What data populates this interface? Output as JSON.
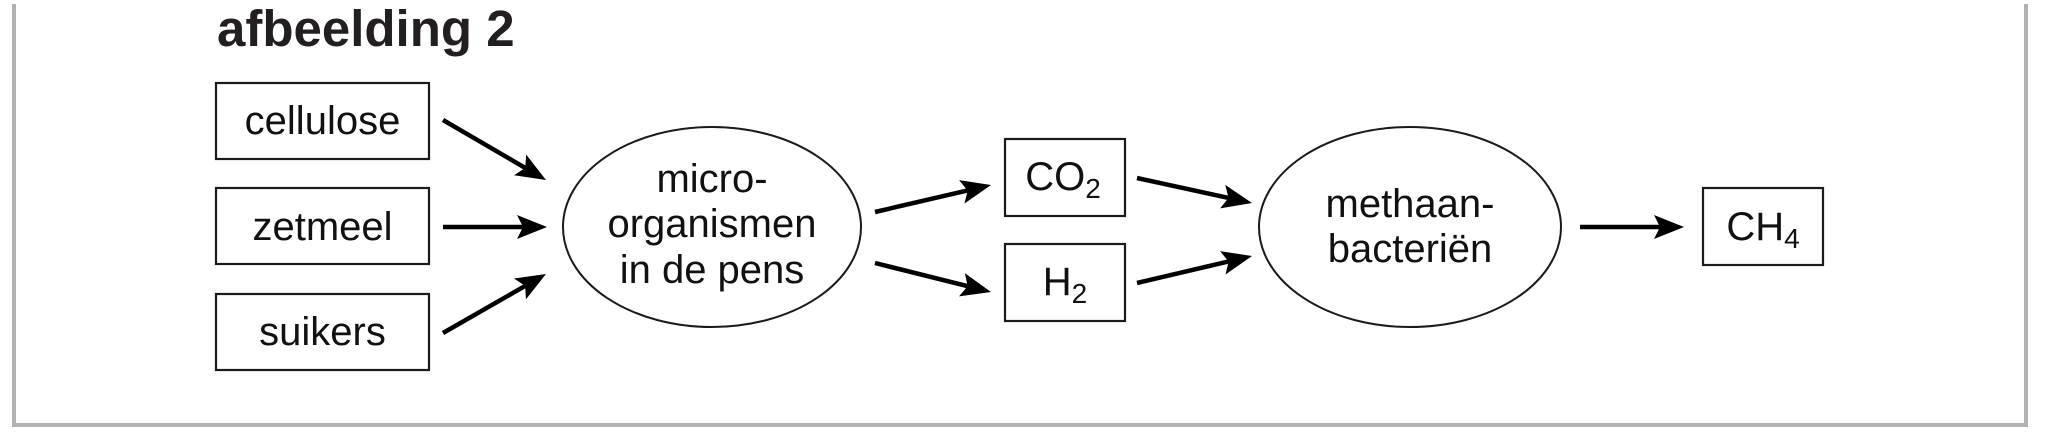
{
  "figure": {
    "title": "afbeelding 2",
    "border_color": "#b3b3b3"
  },
  "diagram": {
    "inputs": [
      {
        "id": "cellulose",
        "label": "cellulose"
      },
      {
        "id": "zetmeel",
        "label": "zetmeel"
      },
      {
        "id": "suikers",
        "label": "suikers"
      }
    ],
    "micro_organisms": {
      "lines": [
        "micro-",
        "organismen",
        "in de pens"
      ]
    },
    "intermediates": [
      {
        "id": "co2",
        "base": "CO",
        "subscript": "2"
      },
      {
        "id": "h2",
        "base": "H",
        "subscript": "2"
      }
    ],
    "methane_bacteria": {
      "lines": [
        "methaan-",
        "bacteriën"
      ]
    },
    "product": {
      "id": "ch4",
      "base": "CH",
      "subscript": "4"
    },
    "edges": [
      {
        "from": "cellulose",
        "to": "micro-organismen in de pens"
      },
      {
        "from": "zetmeel",
        "to": "micro-organismen in de pens"
      },
      {
        "from": "suikers",
        "to": "micro-organismen in de pens"
      },
      {
        "from": "micro-organismen in de pens",
        "to": "CO2"
      },
      {
        "from": "micro-organismen in de pens",
        "to": "H2"
      },
      {
        "from": "CO2",
        "to": "methaanbacteriën"
      },
      {
        "from": "H2",
        "to": "methaanbacteriën"
      },
      {
        "from": "methaanbacteriën",
        "to": "CH4"
      }
    ]
  }
}
